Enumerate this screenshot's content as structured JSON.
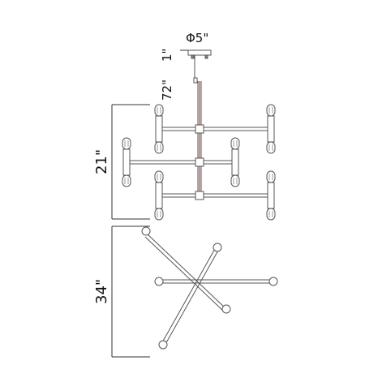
{
  "dimensions": {
    "canopy_diameter": "Φ5\"",
    "canopy_height": "1\"",
    "rod_length": "72\"",
    "fixture_height": "21\"",
    "fixture_span": "34\""
  },
  "colors": {
    "line": "#555555",
    "dim_line": "#333333",
    "rod_accent": "#b24a3e",
    "text": "#111111",
    "background": "#ffffff"
  },
  "fixture": {
    "tiers": 3,
    "arms_per_tier": 2,
    "bulbs_per_socket": 2,
    "plan_view_arms": 3
  }
}
